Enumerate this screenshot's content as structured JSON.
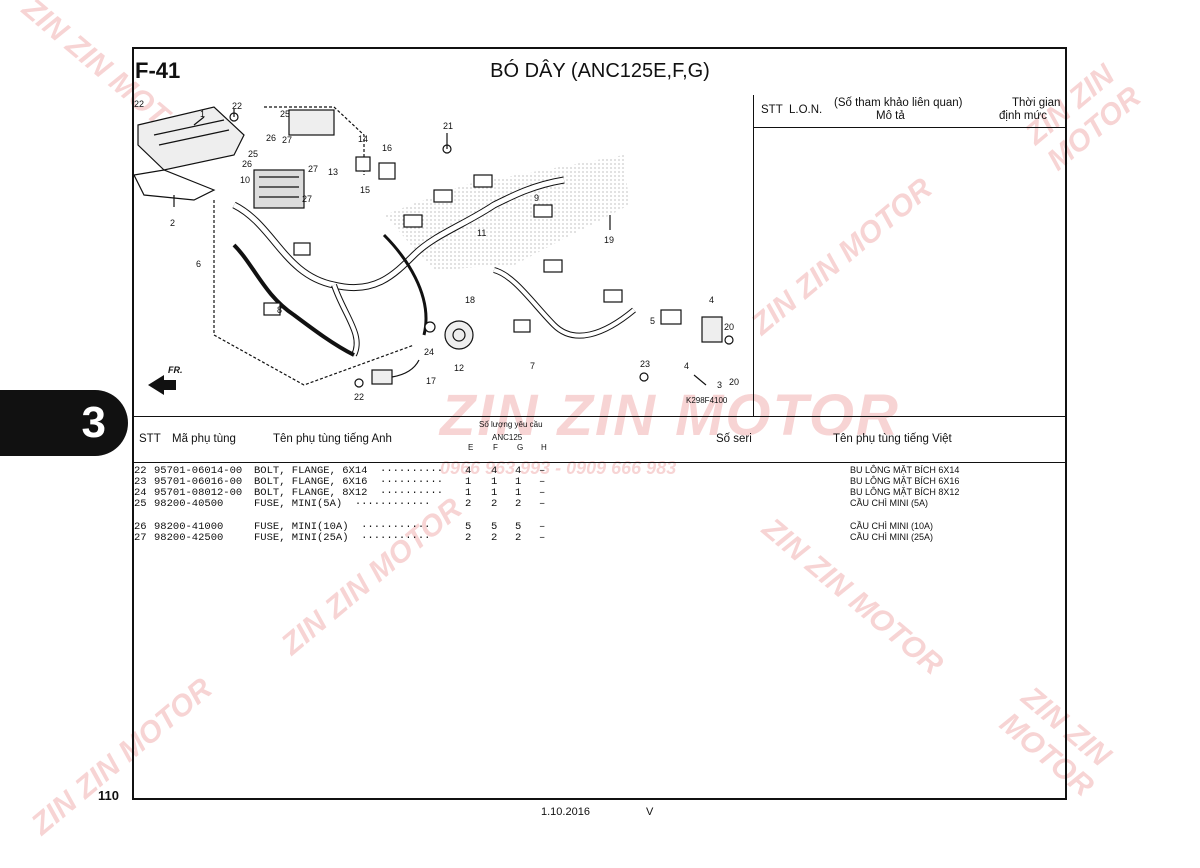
{
  "header": {
    "code": "F-41",
    "title": "BÓ DÂY (ANC125E,F,G)"
  },
  "figure": {
    "code": "K298F4100"
  },
  "right_panel": {
    "stt": "STT",
    "lon": "L.O.N.",
    "ref_line1": "(Số tham khảo liên quan)",
    "ref_line2": "Mô tả",
    "time_line1": "Thời gian",
    "time_line2": "định mức"
  },
  "table_header": {
    "stt": "STT",
    "part_no": "Mã phụ tùng",
    "name_en": "Tên phụ tùng tiếng Anh",
    "qty_title": "Số lượng yêu cầu",
    "model": "ANC125",
    "cols": [
      "E",
      "F",
      "G",
      "H"
    ],
    "serial": "Số seri",
    "name_vi": "Tên phụ tùng tiếng Việt"
  },
  "parts": [
    {
      "stt": "22",
      "no": "95701-06014-00",
      "en": "BOLT, FLANGE, 6X14  ··········",
      "q": [
        "4",
        "4",
        "4",
        "–"
      ],
      "vi": "BU LÔNG MẶT BÍCH 6X14"
    },
    {
      "stt": "23",
      "no": "95701-06016-00",
      "en": "BOLT, FLANGE, 6X16  ··········",
      "q": [
        "1",
        "1",
        "1",
        "–"
      ],
      "vi": "BU LÔNG MẶT BÍCH 6X16"
    },
    {
      "stt": "24",
      "no": "95701-08012-00",
      "en": "BOLT, FLANGE, 8X12  ··········",
      "q": [
        "1",
        "1",
        "1",
        "–"
      ],
      "vi": "BU LÔNG MẶT BÍCH 8X12"
    },
    {
      "stt": "25",
      "no": "98200-40500",
      "en": "FUSE, MINI(5A)  ············",
      "q": [
        "2",
        "2",
        "2",
        "–"
      ],
      "vi": "CẦU CHÌ MINI (5A)"
    },
    {
      "stt": "26",
      "no": "98200-41000",
      "en": "FUSE, MINI(10A)  ···········",
      "q": [
        "5",
        "5",
        "5",
        "–"
      ],
      "vi": "CẦU CHÌ MINI (10A)"
    },
    {
      "stt": "27",
      "no": "98200-42500",
      "en": "FUSE, MINI(25A)  ···········",
      "q": [
        "2",
        "2",
        "2",
        "–"
      ],
      "vi": "CẦU CHÌ MINI (25A)"
    }
  ],
  "callouts": [
    "1",
    "2",
    "3",
    "4",
    "5",
    "6",
    "7",
    "8",
    "9",
    "10",
    "11",
    "12",
    "13",
    "14",
    "15",
    "16",
    "17",
    "18",
    "19",
    "20",
    "21",
    "22",
    "23",
    "24",
    "25",
    "26",
    "27",
    "FR."
  ],
  "side_tab": "3",
  "page_number": "110",
  "footer": {
    "date": "1.10.2016",
    "version": "V"
  },
  "watermark": {
    "brand": "ZIN ZIN MOTOR",
    "phone": "0966 963 993 - 0909 666 983"
  }
}
